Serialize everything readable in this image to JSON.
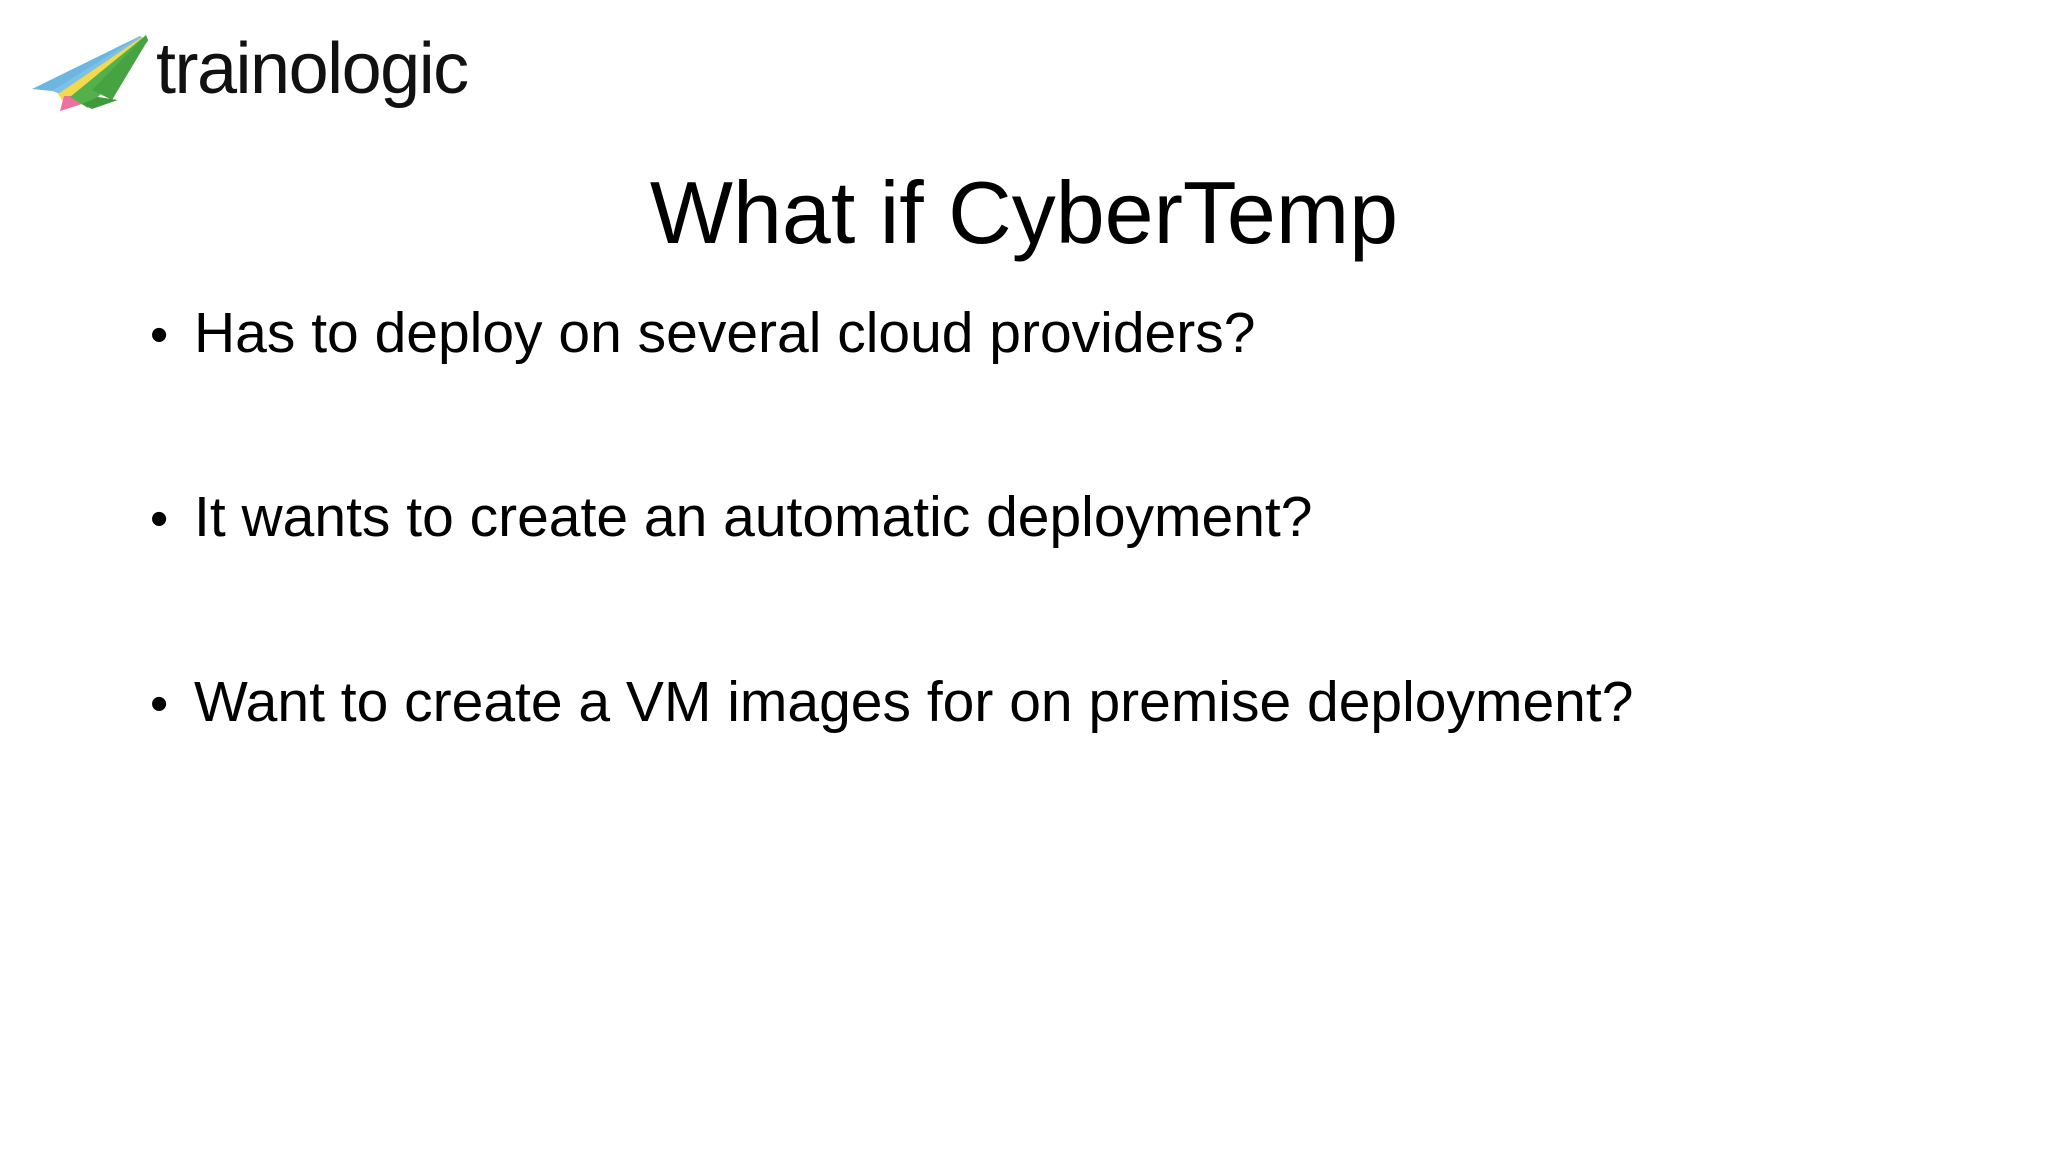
{
  "slide": {
    "background_color": "#ffffff",
    "text_color": "#000000",
    "title": "What if CyberTemp",
    "bullet_glyph": "•",
    "bullets": [
      {
        "text": "Has to deploy on several cloud providers?"
      },
      {
        "text": "It wants to create an automatic deployment?"
      },
      {
        "text": "Want to create a VM images for on premise deployment?"
      }
    ]
  },
  "logo": {
    "wordmark": "trainologic",
    "mark_icon": "paper-plane-icon",
    "colors": {
      "sky_blue": "#6cb7e2",
      "green": "#53b04b",
      "dark_green": "#3f9a3c",
      "yellow": "#f3d94e",
      "pink": "#ef6fa3",
      "wordmark": "#111111"
    }
  }
}
